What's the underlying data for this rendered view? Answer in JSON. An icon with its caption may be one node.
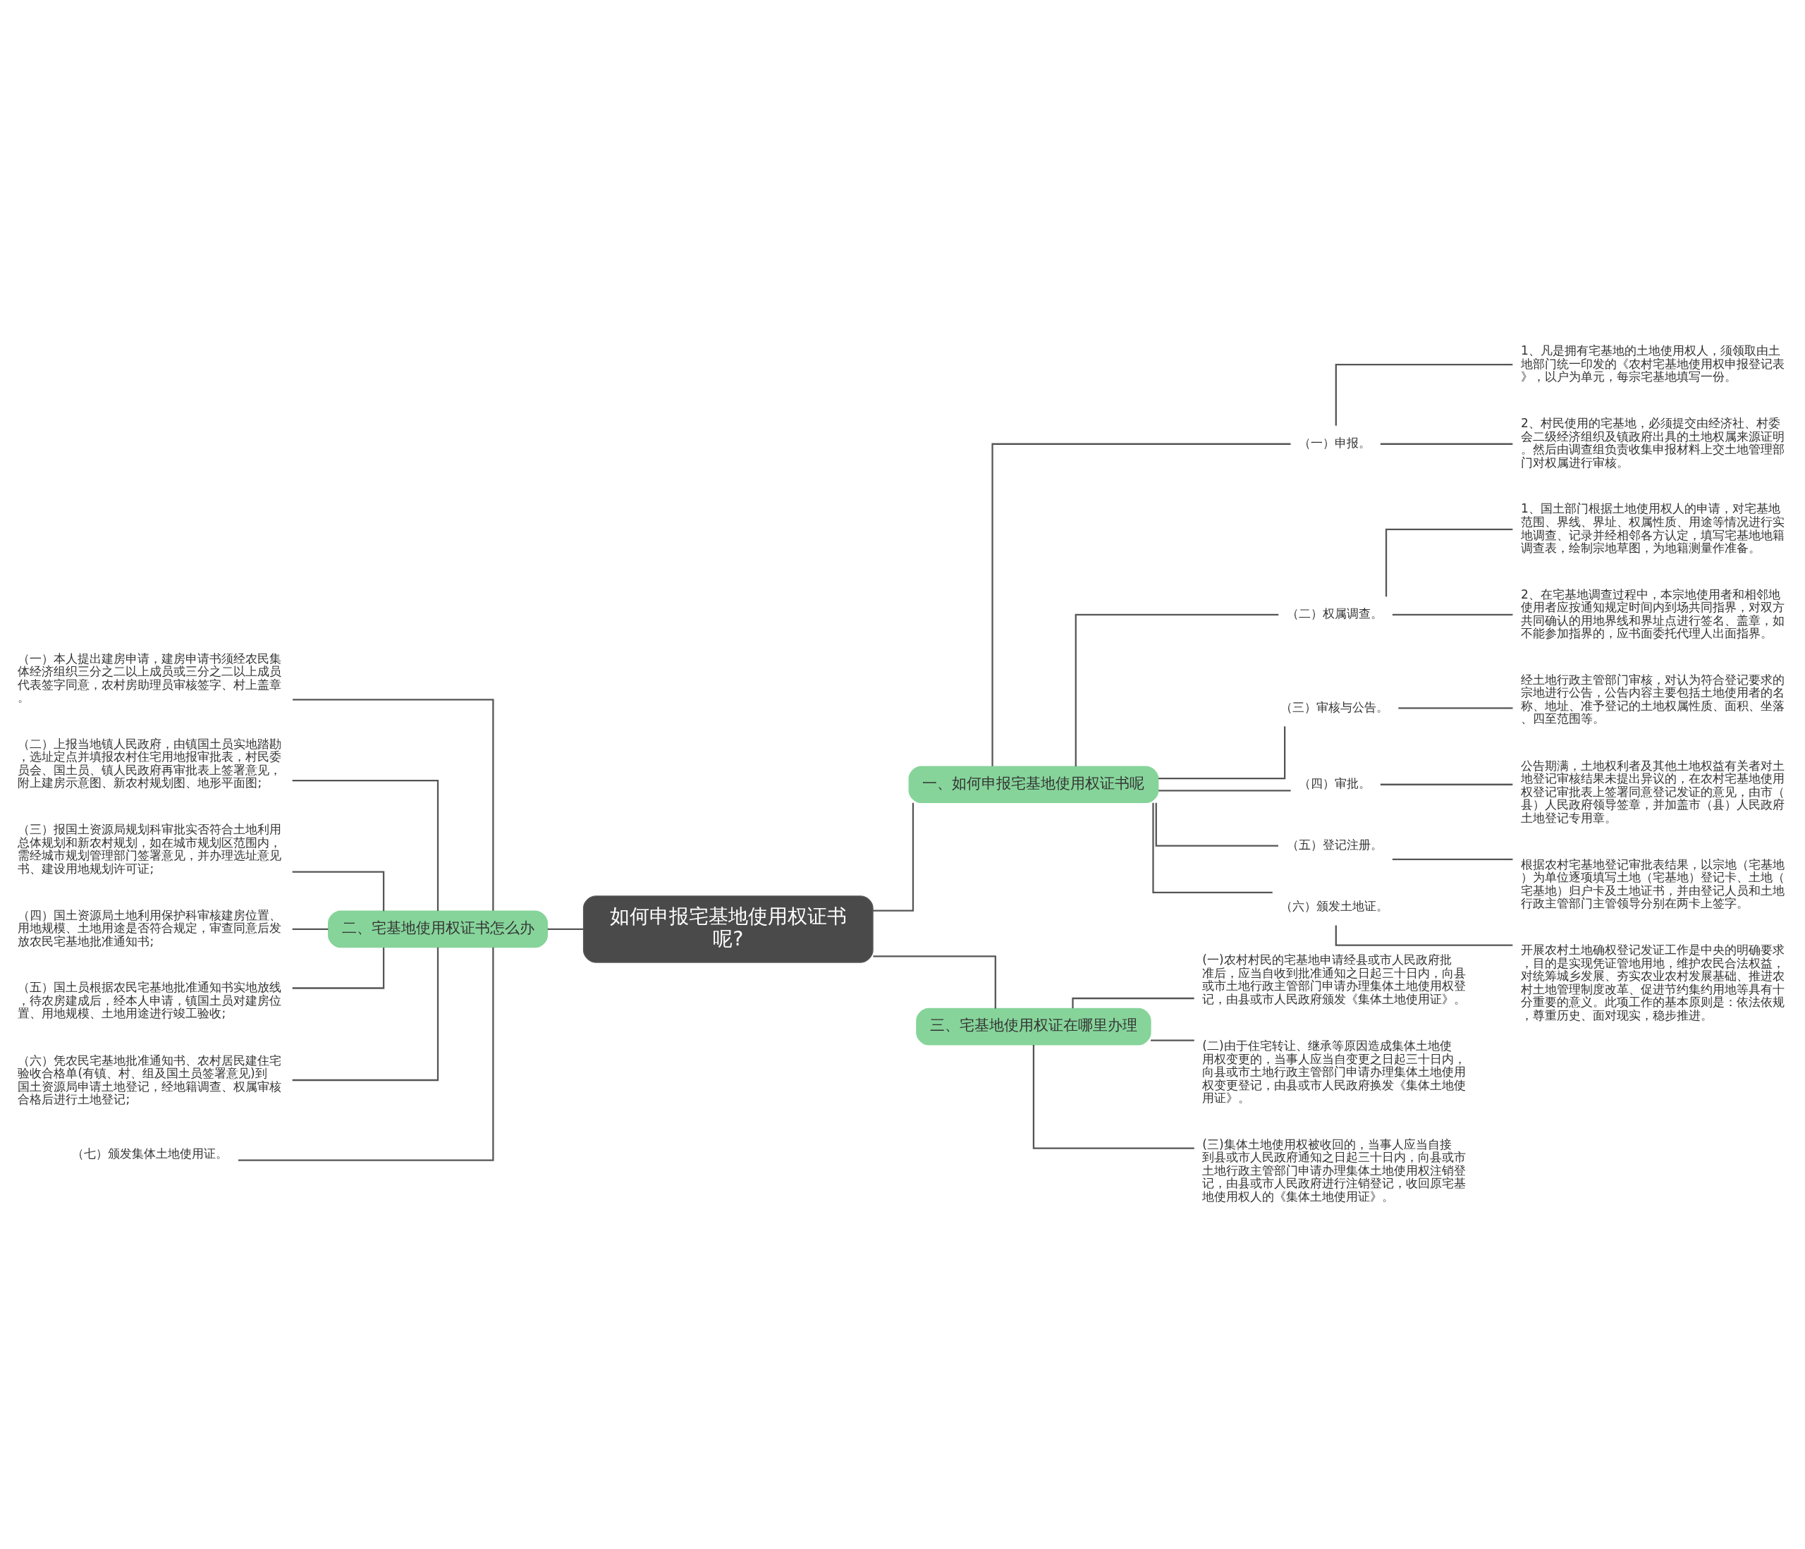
{
  "diagram": {
    "nodes": [
      {
        "text": [
          "如何申报宅基地使用权证书呢?"
        ]
      },
      {
        "text": [
          "一、如何申报宅基地使用权证书呢"
        ]
      },
      {
        "text": [
          "（一）申报。"
        ]
      },
      {
        "text": [
          "1、凡是拥有宅基地的土地使用权人，须领取由土地部门统一印发的《农村宅基地使用权申报登记表》，以户为单元，每宗宅基地填写一份。"
        ]
      },
      {
        "text": [
          "2、村民使用的宅基地，必须提交由经济社、村委会二级经济组织及镇政府出具的土地权属来源证明。然后由调查组负责收集申报材料上交土地管理部门对权属进行审核。"
        ]
      },
      {
        "text": [
          "（二）权属调查。"
        ]
      },
      {
        "text": [
          "1、国土部门根据土地使用权人的申请，对宅基地范围、界线、界址、权属性质、用途等情况进行实地调查、记录并经相邻各方认定，填写宅基地地籍调查表，绘制宗地草图，为地籍测量作准备。"
        ]
      },
      {
        "text": [
          "2、在宅基地调查过程中，本宗地使用者和相邻地使用者应按通知规定时间内到场共同指界，对双方共同确认的用地界线和界址点进行签名、盖章，如不能参加指界的，应书面委托代理人出面指界。"
        ]
      },
      {
        "text": [
          "（三）审核与公告。"
        ]
      },
      {
        "text": [
          "经土地行政主管部门审核，对认为符合登记要求的宗地进行公告，公告内容主要包括土地使用者的名称、地址、准予登记的土地权属性质、面积、坐落、四至范围等。"
        ]
      },
      {
        "text": [
          "（四）审批。"
        ]
      },
      {
        "text": [
          "公告期满，土地权利者及其他土地权益有关者对土地登记审核结果未提出异议的，在农村宅基地使用权登记审批表上签署同意登记发证的意见，由市（县）人民政府领导签章，并加盖市（县）人民政府土地登记专用章。"
        ]
      },
      {
        "text": [
          "（五）登记注册。"
        ]
      },
      {
        "text": [
          "根据农村宅基地登记审批表结果，以宗地（宅基地）为单位逐项填写土地（宅基地）登记卡、土地（宅基地）归户卡及土地证书，并由登记人员和土地行政主管部门主管领导分别在两卡上签字。"
        ]
      },
      {
        "text": [
          "（六）颁发土地证。"
        ]
      },
      {
        "text": [
          "开展农村土地确权登记发证工作是中央的明确要求，目的是实现凭证管地用地，维护农民合法权益，对统筹城乡发展、夯实农业农村发展基础、推进农村土地管理制度改革、促进节约集约用地等具有十分重要的意义。此项工作的基本原则是：依法依规，尊重历史、面对现实，稳步推进。"
        ]
      },
      {
        "text": [
          "二、宅基地使用权证书怎么办"
        ]
      },
      {
        "text": [
          "（一）本人提出建房申请，建房申请书须经农民集体经济组织三分之二以上成员或三分之二以上成员代表签字同意，农村房助理员审核签字、村上盖章。"
        ]
      },
      {
        "text": [
          "（二）上报当地镇人民政府，由镇国土员实地踏勘，选址定点并填报农村住宅用地报审批表，村民委员会、国土员、镇人民政府再审批表上签署意见，附上建房示意图、新农村规划图、地形平面图;"
        ]
      },
      {
        "text": [
          "（三）报国土资源局规划科审批实否符合土地利用总体规划和新农村规划，如在城市规划区范围内，需经城市规划管理部门签署意见，并办理选址意见书、建设用地规划许可证;"
        ]
      },
      {
        "text": [
          "（四）国土资源局土地利用保护科审核建房位置、用地规模、土地用途是否符合规定，审查同意后发放农民宅基地批准通知书;"
        ]
      },
      {
        "text": [
          "（五）国土员根据农民宅基地批准通知书实地放线，待农房建成后，经本人申请，镇国土员对建房位置、用地规模、土地用途进行竣工验收;"
        ]
      },
      {
        "text": [
          "（六）凭农民宅基地批准通知书、农村居民建住宅验收合格单(有镇、村、组及国土员签署意见)到国土资源局申请土地登记，经地籍调查、权属审核合格后进行土地登记;"
        ]
      },
      {
        "text": [
          "（七）颁发集体土地使用证。"
        ]
      },
      {
        "text": [
          "三、宅基地使用权证在哪里办理"
        ]
      },
      {
        "text": [
          "(一)农村村民的宅基地申请经县或市人民政府批准后，应当自收到批准通知之日起三十日内，向县或市土地行政主管部门申请办理集体土地使用权登记，由县或市人民政府颁发《集体土地使用证》。"
        ]
      },
      {
        "text": [
          "(二)由于住宅转让、继承等原因造成集体土地使用权变更的，当事人应当自变更之日起三十日内，向县或市土地行政主管部门申请办理集体土地使用权变更登记，由县或市人民政府换发《集体土地使用证》。"
        ]
      },
      {
        "text": [
          "(三)集体土地使用权被收回的，当事人应当自接到县或市人民政府通知之日起三十日内，向县或市土地行政主管部门申请办理集体土地使用权注销登记，由县或市人民政府进行注销登记，收回原宅基地使用权人的《集体土地使用证》。"
        ]
      }
    ],
    "edges": [
      {
        "from": 0,
        "to": 1,
        "arrow": "none"
      },
      {
        "from": 1,
        "to": 2,
        "arrow": "none"
      },
      {
        "from": 2,
        "to": 3,
        "arrow": "none"
      },
      {
        "from": 2,
        "to": 4,
        "arrow": "none"
      },
      {
        "from": 1,
        "to": 5,
        "arrow": "none"
      },
      {
        "from": 5,
        "to": 6,
        "arrow": "none"
      },
      {
        "from": 5,
        "to": 7,
        "arrow": "none"
      },
      {
        "from": 1,
        "to": 8,
        "arrow": "none"
      },
      {
        "from": 8,
        "to": 9,
        "arrow": "none"
      },
      {
        "from": 1,
        "to": 10,
        "arrow": "none"
      },
      {
        "from": 10,
        "to": 11,
        "arrow": "none"
      },
      {
        "from": 1,
        "to": 12,
        "arrow": "none"
      },
      {
        "from": 12,
        "to": 13,
        "arrow": "none"
      },
      {
        "from": 1,
        "to": 14,
        "arrow": "none"
      },
      {
        "from": 14,
        "to": 15,
        "arrow": "none"
      },
      {
        "from": 0,
        "to": 16,
        "arrow": "none"
      },
      {
        "from": 16,
        "to": 17,
        "arrow": "none"
      },
      {
        "from": 16,
        "to": 18,
        "arrow": "none"
      },
      {
        "from": 16,
        "to": 19,
        "arrow": "none"
      },
      {
        "from": 16,
        "to": 20,
        "arrow": "none"
      },
      {
        "from": 16,
        "to": 21,
        "arrow": "none"
      },
      {
        "from": 16,
        "to": 22,
        "arrow": "none"
      },
      {
        "from": 16,
        "to": 23,
        "arrow": "none"
      },
      {
        "from": 0,
        "to": 24,
        "arrow": "none"
      },
      {
        "from": 24,
        "to": 25,
        "arrow": "none"
      },
      {
        "from": 24,
        "to": 26,
        "arrow": "none"
      },
      {
        "from": 24,
        "to": 27,
        "arrow": "none"
      }
    ]
  }
}
